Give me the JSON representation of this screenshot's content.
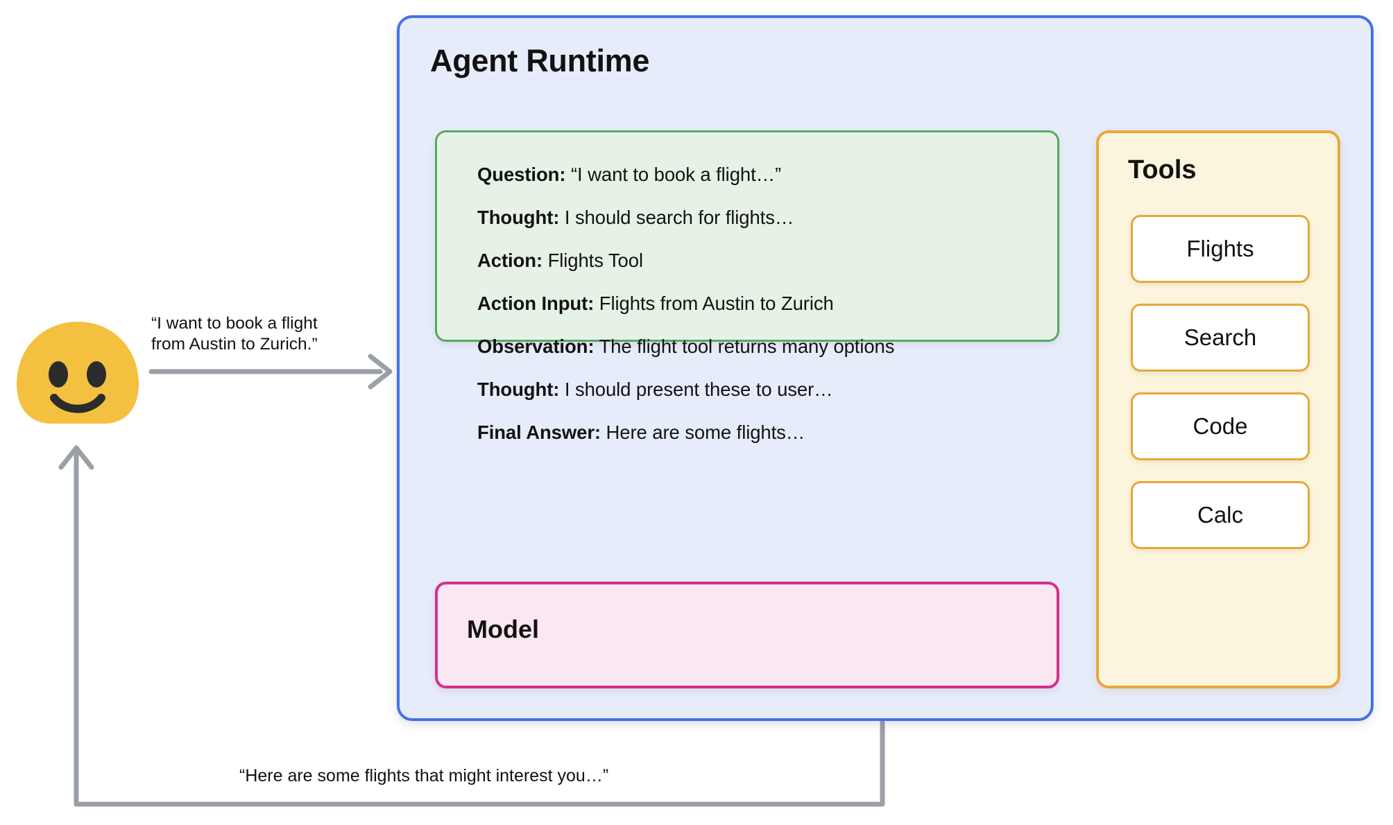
{
  "runtime": {
    "title": "Agent Runtime",
    "border_color": "#4472e4",
    "fill_color": "#e7ecfb"
  },
  "trace": {
    "border_color": "#55a95f",
    "fill_color": "#e7f2e7",
    "lines": [
      {
        "label": "Question:",
        "value": "“I want to book a flight…”"
      },
      {
        "label": "Thought:",
        "value": "I should search for flights…"
      },
      {
        "label": "Action:",
        "value": "Flights Tool"
      },
      {
        "label": "Action Input:",
        "value": "Flights from Austin to Zurich"
      },
      {
        "label": "Observation:",
        "value": "The flight tool returns many options"
      },
      {
        "label": "Thought:",
        "value": "I should present these to user…"
      },
      {
        "label": "Final Answer:",
        "value": "Here are some flights…"
      }
    ]
  },
  "model": {
    "label": "Model",
    "border_color": "#d4308c",
    "fill_color": "#fae7f1"
  },
  "tools": {
    "title": "Tools",
    "border_color": "#e8a73a",
    "fill_color": "#fcf5dd",
    "items": [
      {
        "label": "Flights"
      },
      {
        "label": "Search"
      },
      {
        "label": "Code"
      },
      {
        "label": "Calc"
      }
    ]
  },
  "user": {
    "avatar_icon": "smiling-blob-face-icon",
    "avatar_color": "#f3c13f",
    "face_color": "#2b2b2b"
  },
  "flows": {
    "request_label_line1": "“I want to book a flight",
    "request_label_line2": "from Austin to Zurich.”",
    "response_label": "“Here are some flights that might interest you…”",
    "arrow_color": "#9aa0a6"
  }
}
